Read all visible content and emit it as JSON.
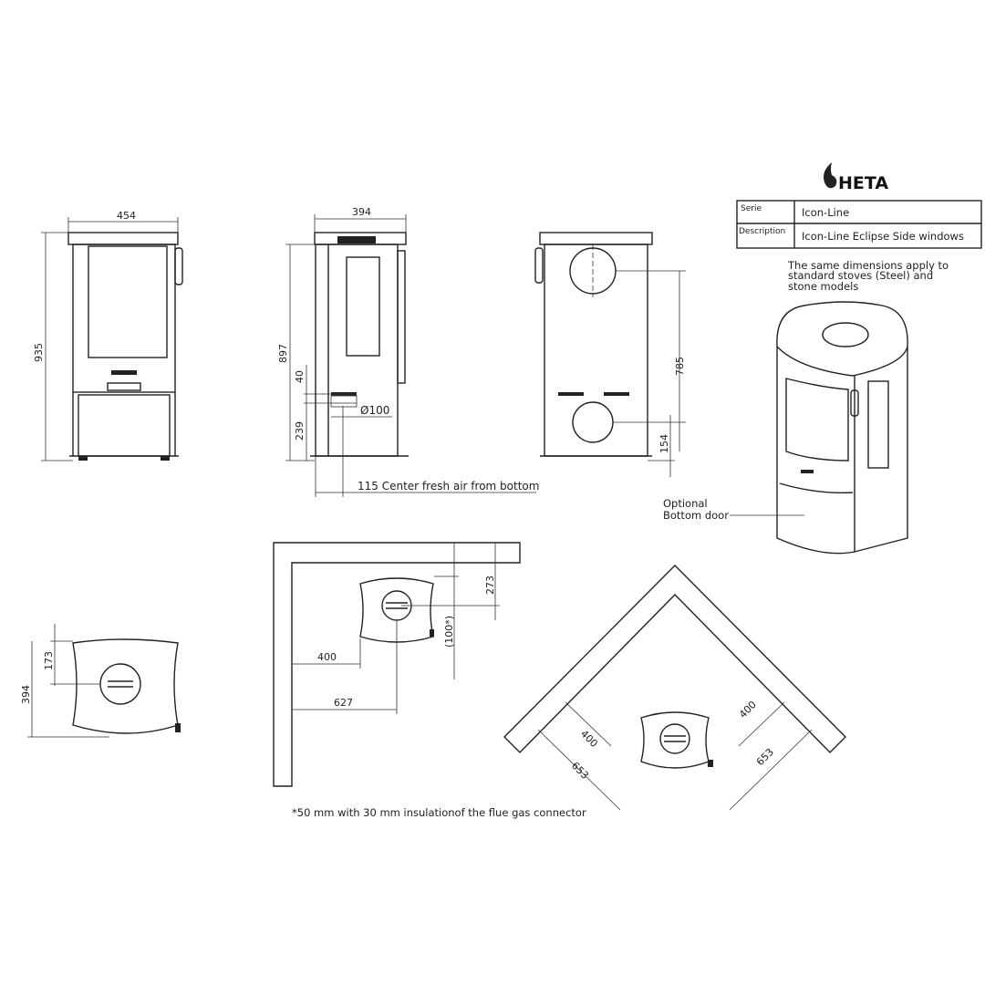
{
  "brand": {
    "logo_text": "HETA"
  },
  "info_table": {
    "rows": [
      {
        "label": "Serie",
        "value": "Icon-Line"
      },
      {
        "label": "Description",
        "value": "Icon-Line Eclipse Side windows"
      }
    ]
  },
  "note_lines": [
    "The same dimensions apply to",
    "standard stoves (Steel) and",
    "stone models"
  ],
  "optional_label": [
    "Optional",
    "Bottom door"
  ],
  "front_view": {
    "width": "454",
    "height": "935"
  },
  "side_view": {
    "depth": "394",
    "height": "897",
    "d40": "40",
    "d239": "239",
    "diameter": "Ø100",
    "fresh_air": "115 Center fresh air from bottom"
  },
  "back_view": {
    "d785": "785",
    "d154": "154"
  },
  "top_view": {
    "d173": "173",
    "d394": "394"
  },
  "wall_view": {
    "d273": "273",
    "d100": "(100*)",
    "d400": "400",
    "d627": "627"
  },
  "corner_view": {
    "d400_left": "400",
    "d400_right": "400",
    "d653_left": "653",
    "d653_right": "653"
  },
  "footnote": "*50 mm with 30 mm insulationof the flue gas connector"
}
